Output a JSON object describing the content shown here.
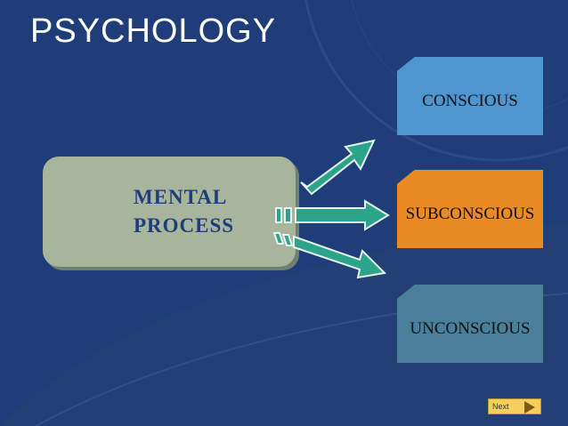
{
  "title": "PSYCHOLOGY",
  "mental_process": {
    "line1": "MENTAL",
    "line2": "PROCESS"
  },
  "categories": [
    {
      "label": "CONSCIOUS",
      "color": "#4d96cf"
    },
    {
      "label": "SUBCONSCIOUS",
      "color": "#ea8a22"
    },
    {
      "label": "UNCONSCIOUS",
      "color": "#4a7f99"
    }
  ],
  "next_button": {
    "label": "Next"
  },
  "colors": {
    "background": "#1f3d78",
    "arrow": "#2aa58a",
    "mental_box": "#a7b59c"
  }
}
